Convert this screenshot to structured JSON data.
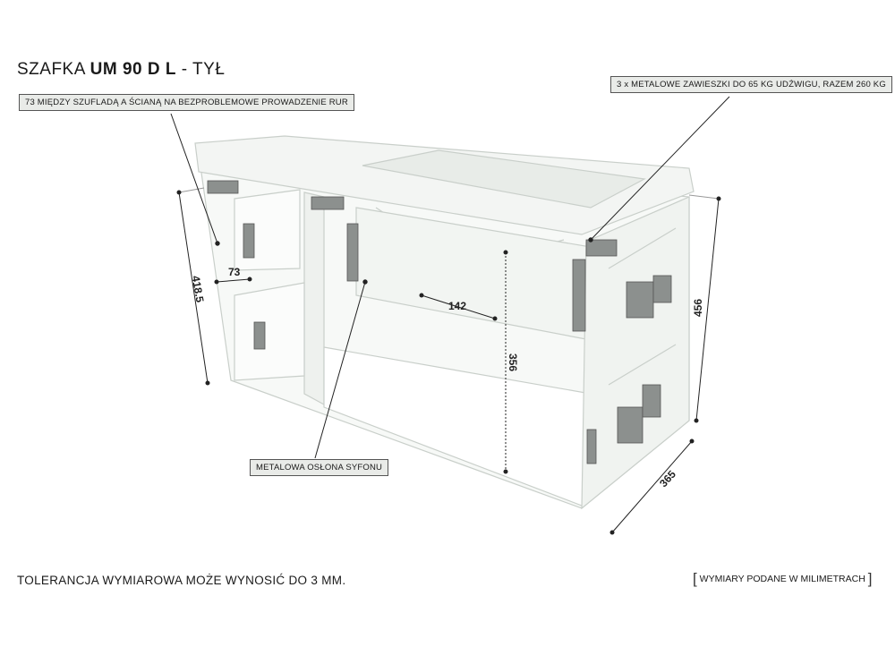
{
  "title": {
    "prefix": "SZAFKA ",
    "model": "UM 90 D L",
    "suffix": " - TYŁ"
  },
  "callouts": {
    "pipe_gap": "73 MIĘDZY SZUFLADĄ A ŚCIANĄ NA BEZPROBLEMOWE PROWADZENIE RUR",
    "hangers": "3 x METALOWE ZAWIESZKI DO 65 KG UDŹWIGU, RAZEM 260 KG",
    "siphon": "METALOWA OSŁONA SYFONU"
  },
  "dimensions": {
    "height_left": "418.5",
    "gap": "73",
    "siphon_width": "142",
    "siphon_height": "356",
    "height_right": "456",
    "depth": "365"
  },
  "footer": {
    "tolerance": "TOLERANCJA WYMIAROWA MOŻE WYNOSIĆ DO 3 MM.",
    "units": "WYMIARY PODANE W MILIMETRACH",
    "bracket_open": "[",
    "bracket_close": "]"
  },
  "colors": {
    "cabinet_fill": "#f7f9f7",
    "cabinet_stroke": "#c9cfca",
    "callout_bg": "#e9ebe8",
    "hardware": "#6f7371"
  }
}
